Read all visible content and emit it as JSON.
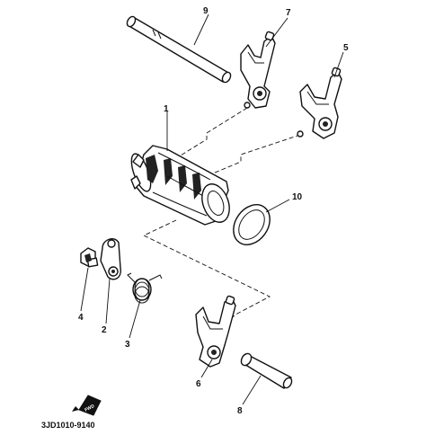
{
  "labels": {
    "p1": "1",
    "p2": "2",
    "p3": "3",
    "p4": "4",
    "p5": "5",
    "p6": "6",
    "p7": "7",
    "p8": "8",
    "p9": "9",
    "p10": "10"
  },
  "fwd_mark": "FWD",
  "diagram_code": "3JD1010-9140"
}
